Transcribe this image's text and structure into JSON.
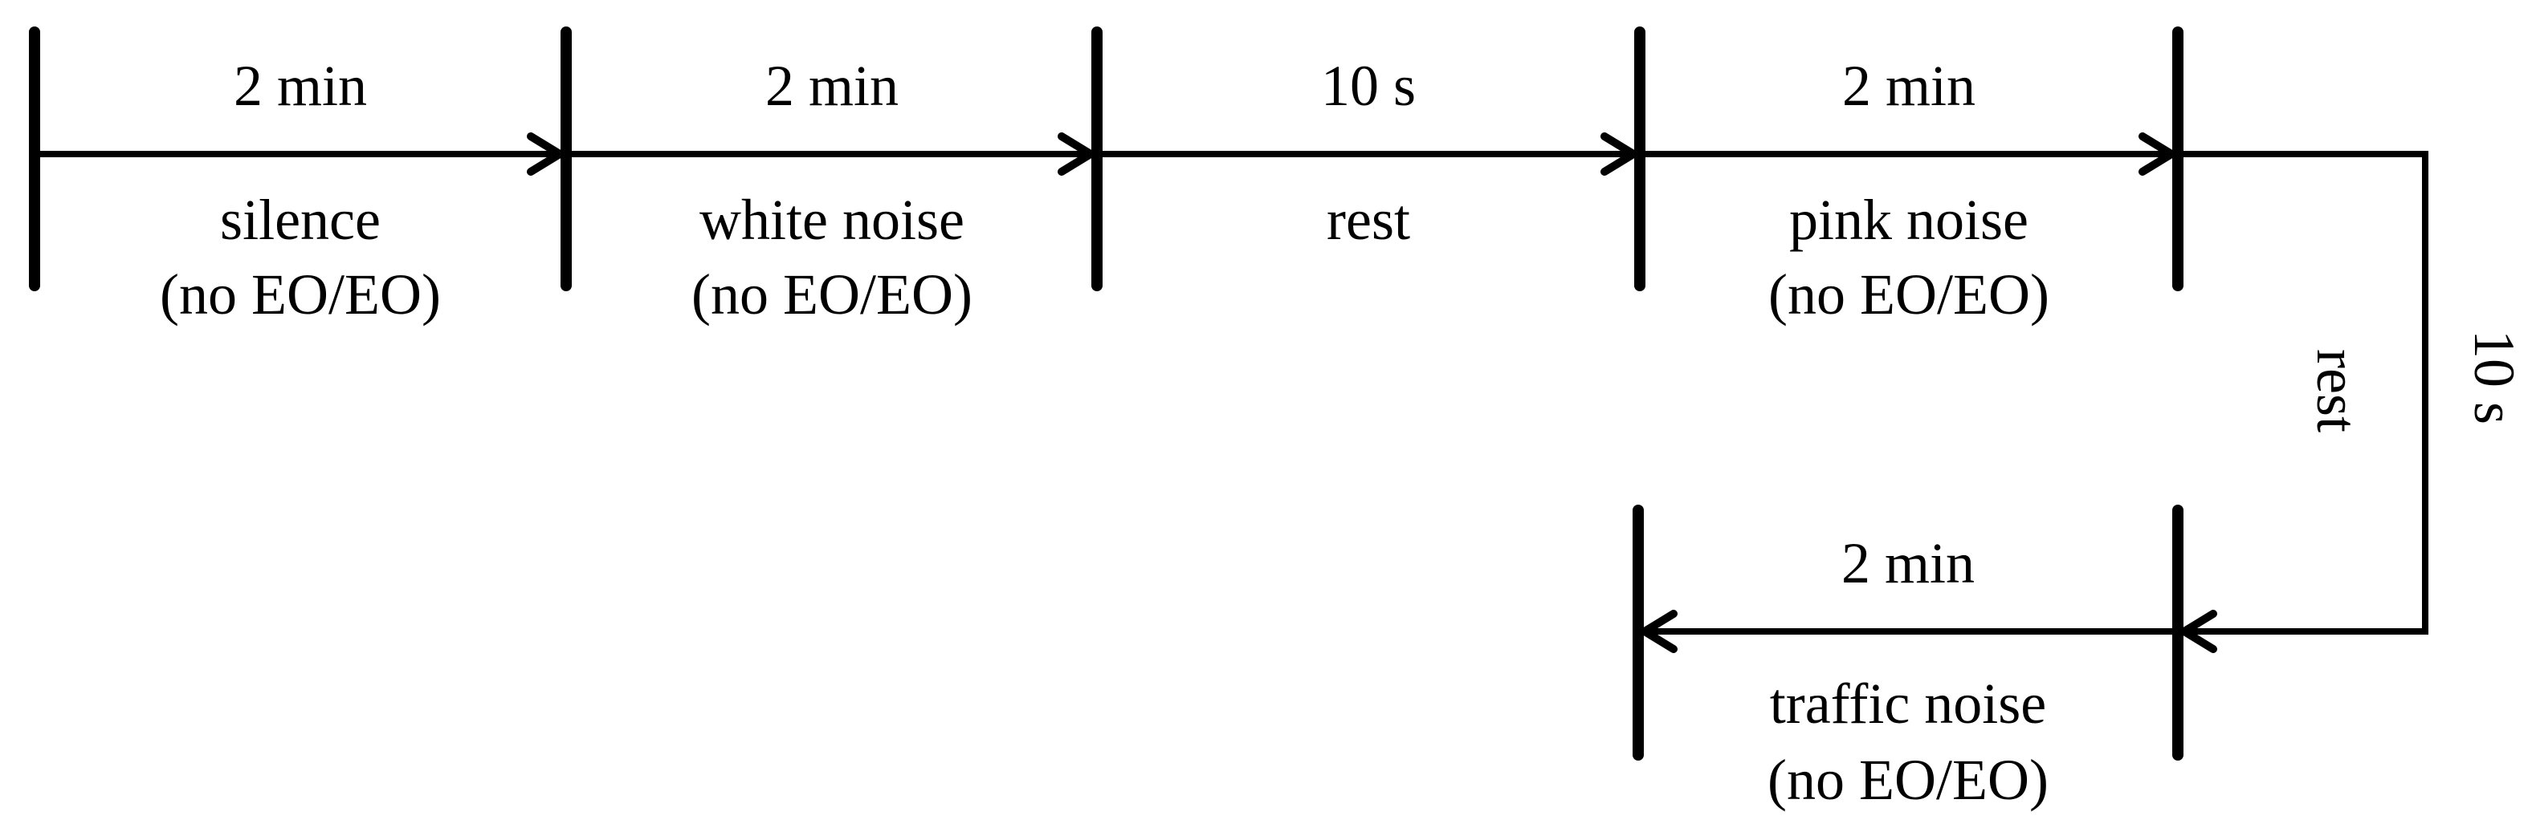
{
  "diagram": {
    "type": "experimental-protocol-timeline",
    "colors": {
      "stroke": "#000000",
      "background": "#ffffff"
    },
    "top_segments": [
      {
        "duration": "2 min",
        "name": "silence",
        "condition": "(no EO/EO)"
      },
      {
        "duration": "2 min",
        "name": "white noise",
        "condition": "(no EO/EO)"
      },
      {
        "duration": "10 s",
        "name": "rest",
        "condition": ""
      },
      {
        "duration": "2 min",
        "name": "pink noise",
        "condition": "(no EO/EO)"
      }
    ],
    "connector": {
      "duration": "10 s",
      "name": "rest"
    },
    "bottom_segments": [
      {
        "duration": "2 min",
        "name": "traffic noise",
        "condition": "(no EO/EO)"
      }
    ]
  }
}
